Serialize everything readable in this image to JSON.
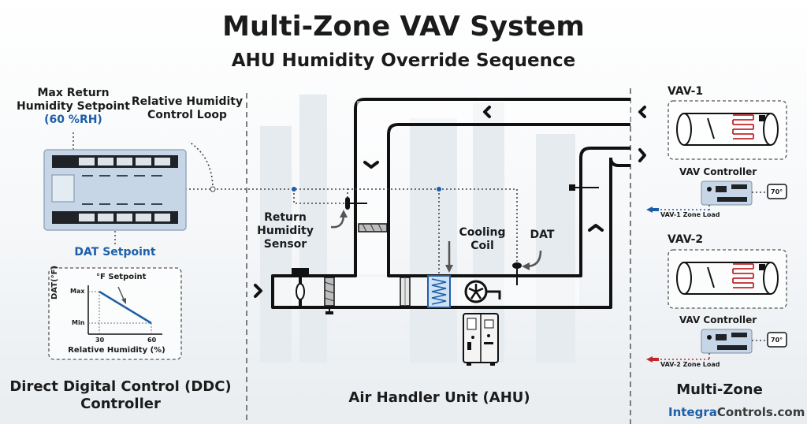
{
  "header": {
    "title": "Multi-Zone VAV System",
    "subtitle": "AHU Humidity Override Sequence"
  },
  "ddc": {
    "setpoint_line1": "Max Return",
    "setpoint_line2": "Humidity Setpoint",
    "setpoint_value": "(60 %RH)",
    "loop_line1": "Relative Humidity",
    "loop_line2": "Control Loop",
    "dat_setpoint": "DAT Setpoint",
    "section_line1": "Direct Digital Control (DDC)",
    "section_line2": "Controller",
    "graph": {
      "legend": "°F Setpoint",
      "ylabel": "DAT(°F)",
      "xlabel": "Relative Humidity (%)",
      "y_max": "Max",
      "y_min": "Min",
      "x_30": "30",
      "x_60": "60"
    }
  },
  "ahu": {
    "return_line1": "Return",
    "return_line2": "Humidity",
    "return_line3": "Sensor",
    "coil_line1": "Cooling",
    "coil_line2": "Coil",
    "dat": "DAT",
    "section": "Air Handler Unit (AHU)"
  },
  "zones": {
    "vav1": {
      "name": "VAV-1",
      "controller": "VAV Controller",
      "load": "VAV-1 Zone Load",
      "thermostat": "70°"
    },
    "vav2": {
      "name": "VAV-2",
      "controller": "VAV Controller",
      "load": "VAV-2 Zone Load",
      "thermostat": "70°"
    },
    "section": "Multi-Zone"
  },
  "brand": {
    "part1": "Integra",
    "part2": "Controls.com"
  },
  "colors": {
    "accent": "#1d5ea8",
    "load_red": "#c0272d",
    "panel": "#c7d6e6"
  }
}
